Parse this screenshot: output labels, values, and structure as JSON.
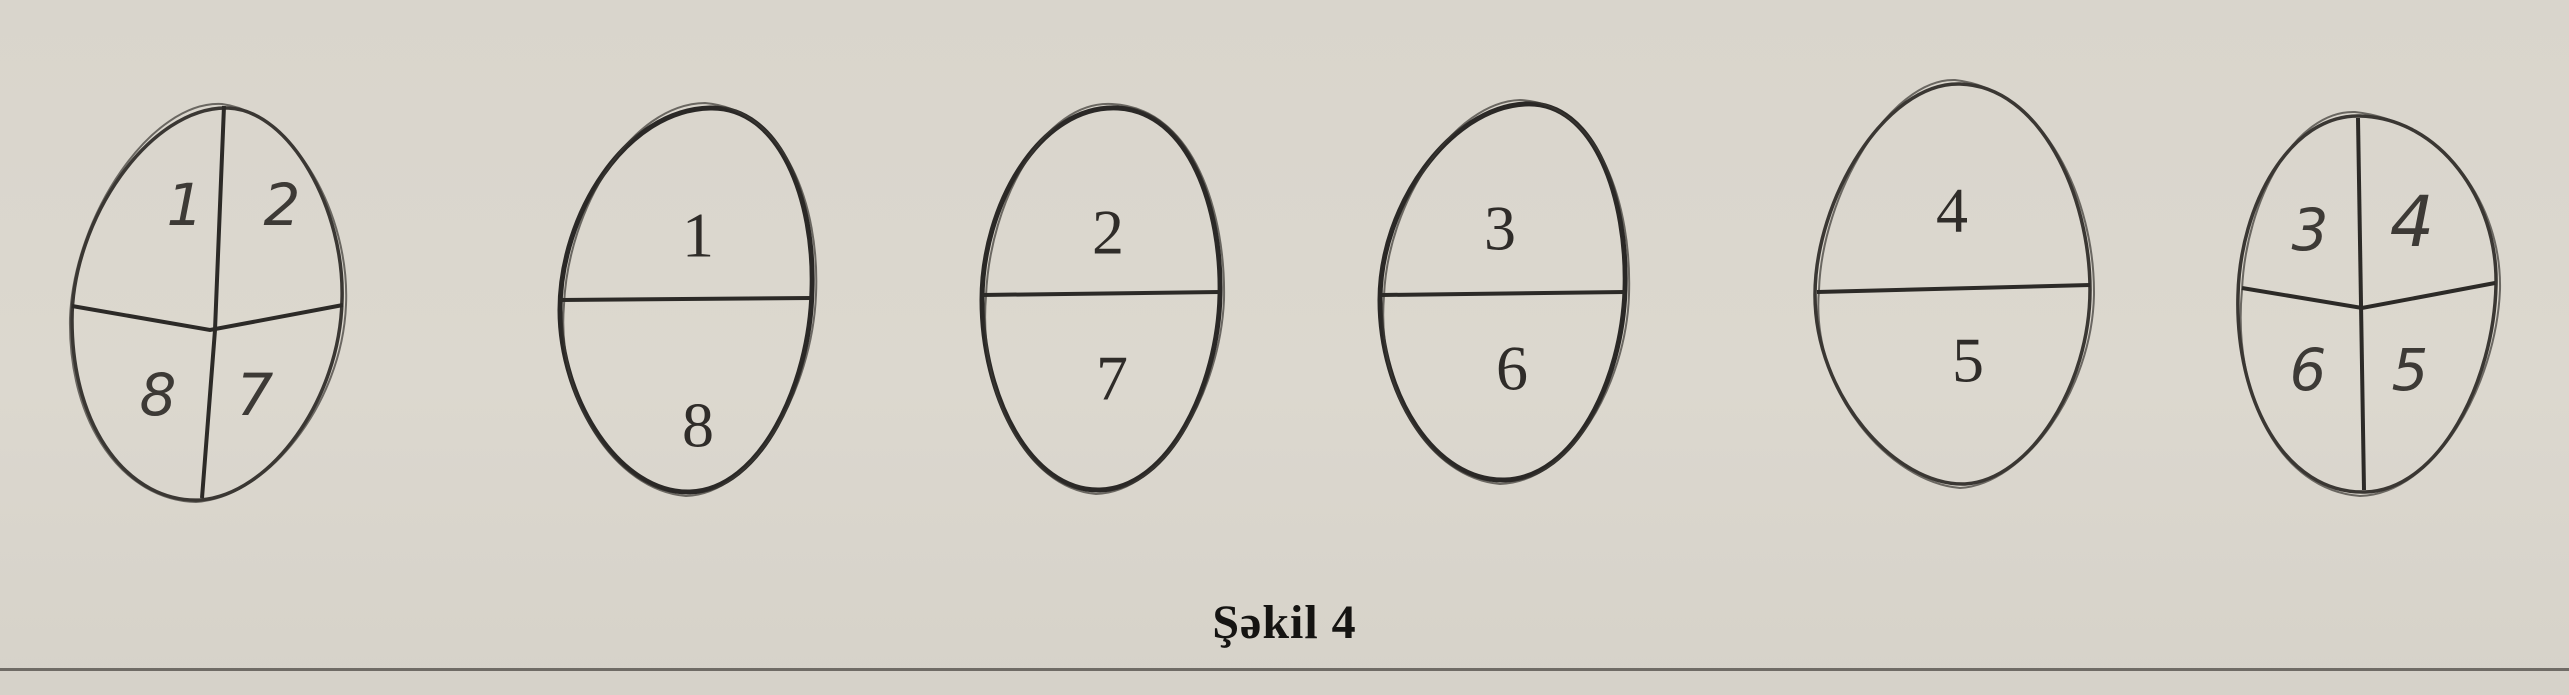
{
  "figure": {
    "caption": "Şəkil 4",
    "stroke_color": "#2a2826",
    "background_color": "#dad6cd"
  },
  "ovals": [
    {
      "name": "oval-1-quadrants",
      "division": "quadrants",
      "labels": [
        "1",
        "2",
        "8",
        "7"
      ]
    },
    {
      "name": "oval-2-halves",
      "division": "halves",
      "labels": [
        "1",
        "8"
      ]
    },
    {
      "name": "oval-3-halves",
      "division": "halves",
      "labels": [
        "2",
        "7"
      ]
    },
    {
      "name": "oval-4-halves",
      "division": "halves",
      "labels": [
        "3",
        "6"
      ]
    },
    {
      "name": "oval-5-halves",
      "division": "halves",
      "labels": [
        "4",
        "5"
      ]
    },
    {
      "name": "oval-6-quadrants",
      "division": "quadrants",
      "labels": [
        "3",
        "4",
        "6",
        "5"
      ]
    }
  ]
}
